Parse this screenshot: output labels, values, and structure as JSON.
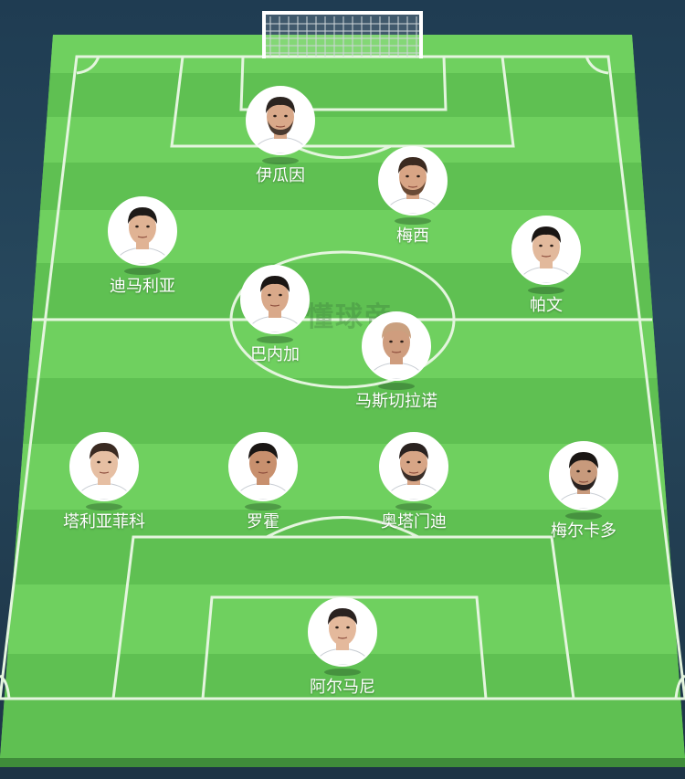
{
  "watermark": "懂球帝",
  "colors": {
    "pitch_light": "#6fd05f",
    "pitch_dark": "#5fc052",
    "lines": "#e9f7e4",
    "background": "#1f3c52"
  },
  "players": [
    {
      "id": "higuain",
      "name": "伊瓜因",
      "hair": "#2b2420",
      "skin": "#d9a98a",
      "beard": "#4a3a30",
      "shirt": "#ffffff"
    },
    {
      "id": "messi",
      "name": "梅西",
      "hair": "#3b2a20",
      "skin": "#d8a585",
      "beard": "#6a4a35",
      "shirt": "#ffffff"
    },
    {
      "id": "dimaria",
      "name": "迪马利亚",
      "hair": "#1e1a18",
      "skin": "#e0b394",
      "beard": "",
      "shirt": "#ffffff"
    },
    {
      "id": "pavon",
      "name": "帕文",
      "hair": "#1a1614",
      "skin": "#e2b99c",
      "beard": "",
      "shirt": "#ffffff"
    },
    {
      "id": "banega",
      "name": "巴内加",
      "hair": "#1a1614",
      "skin": "#d9a98a",
      "beard": "",
      "shirt": "#ffffff"
    },
    {
      "id": "mascherano",
      "name": "马斯切拉诺",
      "hair": "#caa07f",
      "skin": "#cf9d7e",
      "beard": "",
      "shirt": "#ffffff"
    },
    {
      "id": "tagliafico",
      "name": "塔利亚菲科",
      "hair": "#3a2a22",
      "skin": "#e6bfa3",
      "beard": "",
      "shirt": "#ffffff"
    },
    {
      "id": "rojo",
      "name": "罗霍",
      "hair": "#1a1614",
      "skin": "#c8906e",
      "beard": "",
      "shirt": "#ffffff"
    },
    {
      "id": "otamendi",
      "name": "奥塔门迪",
      "hair": "#2a2220",
      "skin": "#d7a586",
      "beard": "#3a2e28",
      "shirt": "#ffffff"
    },
    {
      "id": "mercado",
      "name": "梅尔卡多",
      "hair": "#1a1614",
      "skin": "#c89a7c",
      "beard": "#2a2220",
      "shirt": "#ffffff"
    },
    {
      "id": "armani",
      "name": "阿尔马尼",
      "hair": "#2a2220",
      "skin": "#e4b99c",
      "beard": "",
      "shirt": "#ffffff"
    }
  ]
}
